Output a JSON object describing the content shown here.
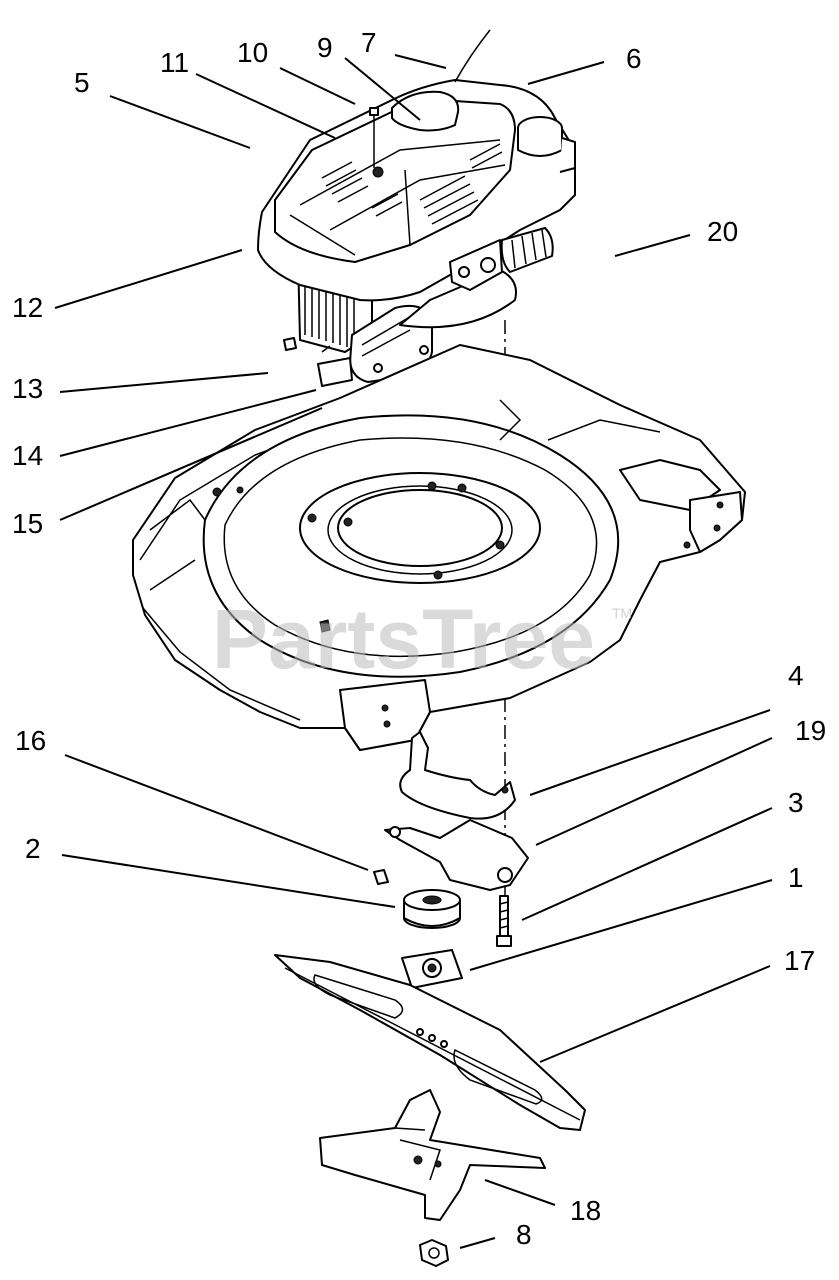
{
  "watermark": {
    "text": "PartsTree",
    "trademark": "TM"
  },
  "callouts": [
    "1",
    "2",
    "3",
    "4",
    "5",
    "6",
    "7",
    "8",
    "9",
    "10",
    "11",
    "12",
    "13",
    "14",
    "15",
    "16",
    "17",
    "18",
    "19",
    "20"
  ]
}
